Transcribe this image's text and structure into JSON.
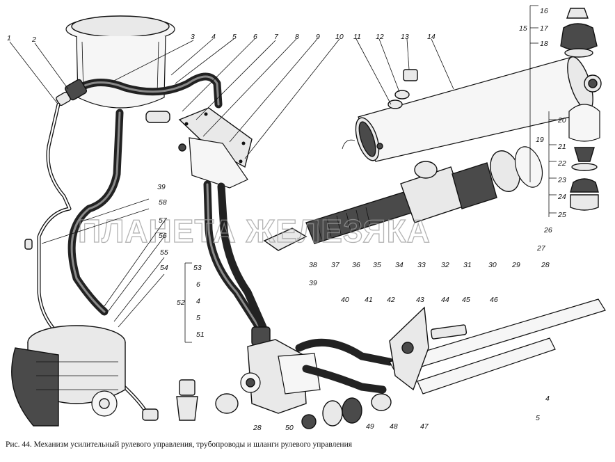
{
  "figure": {
    "caption": "Рис. 44. Механизм усилительный рулевого управления, трубопроводы и шланги рулевого управления",
    "watermark": "ПЛАНЕТА ЖЕЛЕЗЯКА"
  },
  "callouts": {
    "n1": "1",
    "n2": "2",
    "n3": "3",
    "n4": "4",
    "n5": "5",
    "n6": "6",
    "n7": "7",
    "n8": "8",
    "n9": "9",
    "n10": "10",
    "n11": "11",
    "n12": "12",
    "n13": "13",
    "n14": "14",
    "n15": "15",
    "n16": "16",
    "n17": "17",
    "n18": "18",
    "n19": "19",
    "n20": "20",
    "n21": "21",
    "n22": "22",
    "n23": "23",
    "n24": "24",
    "n25": "25",
    "n26": "26",
    "n27": "27",
    "n28a": "28",
    "n28b": "28",
    "n29": "29",
    "n30": "30",
    "n31": "31",
    "n32": "32",
    "n33": "33",
    "n34": "34",
    "n35": "35",
    "n36": "36",
    "n37": "37",
    "n38": "38",
    "n39a": "39",
    "n39b": "39",
    "n40": "40",
    "n41": "41",
    "n42": "42",
    "n43": "43",
    "n44": "44",
    "n45": "45",
    "n46": "46",
    "n47": "47",
    "n48": "48",
    "n49": "49",
    "n50": "50",
    "n51": "51",
    "n52": "52",
    "n53": "53",
    "n54": "54",
    "n55": "55",
    "n56": "56",
    "n57": "57",
    "n58": "58",
    "n4b": "4",
    "n5b": "5",
    "n6b": "6",
    "n4c": "4",
    "n5c": "5"
  }
}
